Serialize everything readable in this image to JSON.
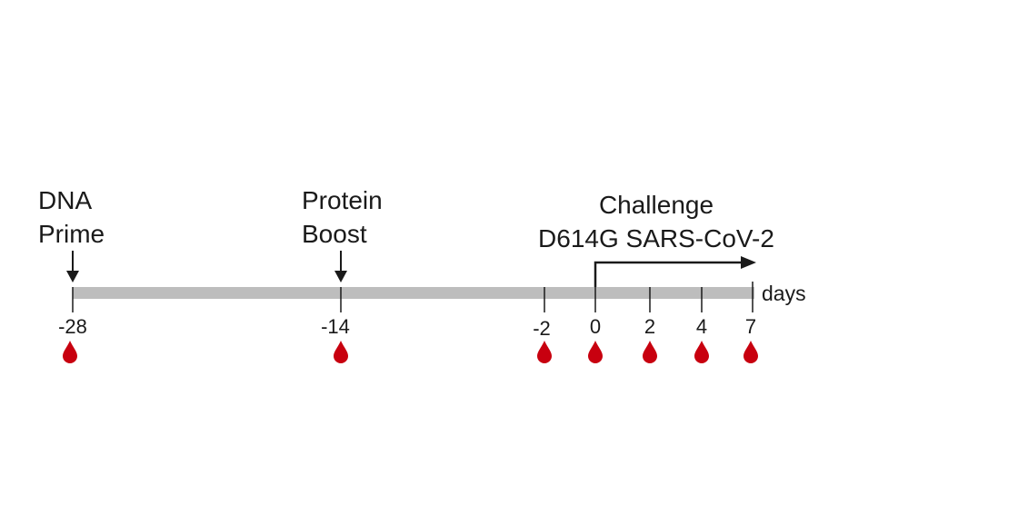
{
  "events": [
    {
      "line1": "DNA",
      "line2": "Prime",
      "day": "-28"
    },
    {
      "line1": "Protein",
      "line2": "Boost",
      "day": "-14"
    }
  ],
  "challenge": {
    "line1": "Challenge",
    "line2": "D614G SARS-CoV-2"
  },
  "axis": {
    "unit_label": "days"
  },
  "ticks": [
    "-28",
    "-14",
    "-2",
    "0",
    "2",
    "4",
    "7"
  ],
  "blood_draw_days": [
    "-28",
    "-14",
    "-2",
    "0",
    "2",
    "4",
    "7"
  ],
  "icons": {
    "event_arrow": "down-arrow-icon",
    "challenge_arrow": "right-arrow-icon",
    "blood_draw": "blood-drop-icon"
  },
  "colors": {
    "timeline": "#bdbdbd",
    "drop": "#c8000f",
    "text": "#1a1a1a"
  }
}
